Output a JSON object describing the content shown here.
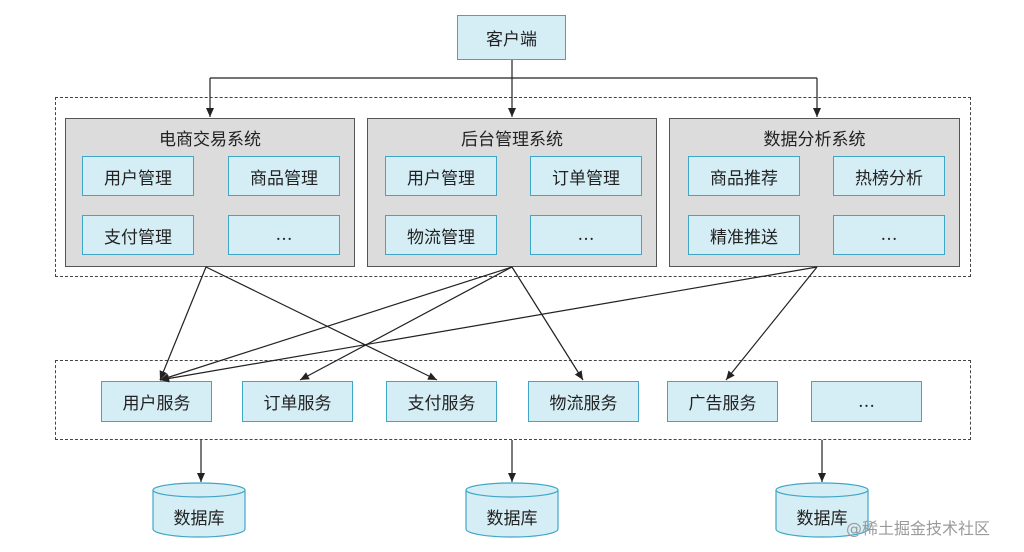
{
  "client": "客户端",
  "systems": [
    {
      "title": "电商交易系统",
      "modules": [
        "用户管理",
        "商品管理",
        "支付管理",
        "…"
      ]
    },
    {
      "title": "后台管理系统",
      "modules": [
        "用户管理",
        "订单管理",
        "物流管理",
        "…"
      ]
    },
    {
      "title": "数据分析系统",
      "modules": [
        "商品推荐",
        "热榜分析",
        "精准推送",
        "…"
      ]
    }
  ],
  "services": [
    "用户服务",
    "订单服务",
    "支付服务",
    "物流服务",
    "广告服务",
    "…"
  ],
  "databases": [
    "数据库",
    "数据库",
    "数据库"
  ],
  "watermark": "@稀土掘金技术社区",
  "colors": {
    "node_fill": "#d5eef6",
    "node_border": "#3fa6c6",
    "panel_fill": "#dcdcdc"
  }
}
